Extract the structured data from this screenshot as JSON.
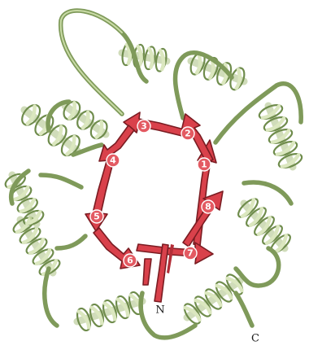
{
  "structure": {
    "strand_labels": [
      "1",
      "2",
      "3",
      "4",
      "5",
      "6",
      "7",
      "8"
    ],
    "n_terminus_label": "N",
    "c_terminus_label": "C"
  },
  "colors": {
    "helix": "#aabf82",
    "strand": "#d9414b"
  }
}
